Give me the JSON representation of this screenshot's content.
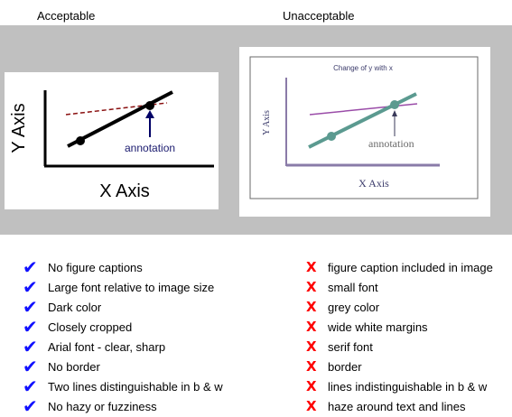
{
  "headers": {
    "left": "Acceptable",
    "right": "Unacceptable"
  },
  "colors": {
    "band": "#c0c0c0",
    "check": "#1010ff",
    "cross": "#ff0000",
    "bad_line": "#5b9a90",
    "bad_line2": "#9a4ca8",
    "bad_axis": "#8a7ba8"
  },
  "left_plot": {
    "y_label": "Y Axis",
    "x_label": "X Axis",
    "annotation": "annotation"
  },
  "right_plot": {
    "title": "Change of y with x",
    "y_label": "Y Axis",
    "x_label": "X Axis",
    "annotation": "annotation"
  },
  "good_list": {
    "icon": "check-icon",
    "items": [
      "No figure captions",
      "Large font relative to image size",
      "Dark color",
      "Closely cropped",
      "Arial font - clear, sharp",
      "No border",
      "Two lines distinguishable in b & w",
      "No hazy or fuzziness"
    ]
  },
  "bad_list": {
    "icon": "cross-icon",
    "items": [
      "figure caption included in image",
      "small font",
      "grey color",
      "wide white margins",
      "serif font",
      " border",
      "lines indistinguishable in b & w",
      "haze around text and lines"
    ]
  }
}
